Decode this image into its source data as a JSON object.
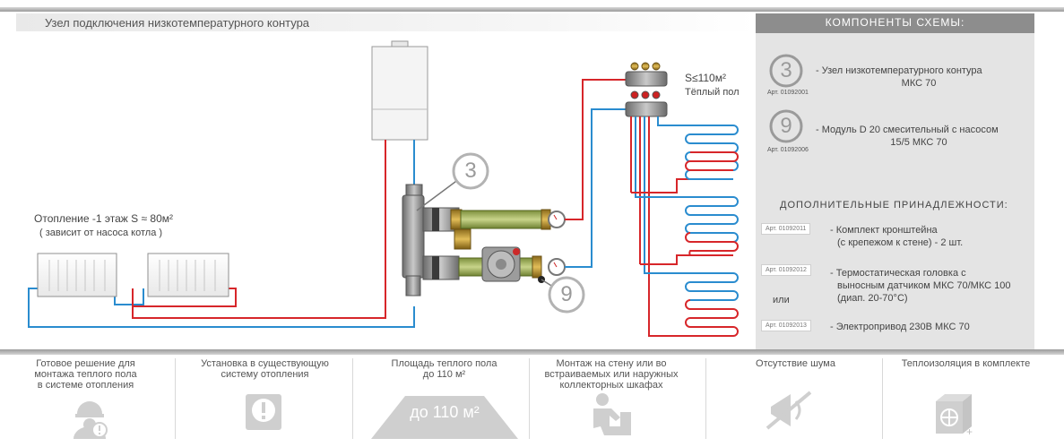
{
  "header": {
    "title": "Узел подключения низкотемпературного контура"
  },
  "panel": {
    "heading": "КОМПОНЕНТЫ СХЕМЫ:",
    "components": [
      {
        "number": "3",
        "art": "Арт. 01092001",
        "line1": "- Узел низкотемпературного контура",
        "line2": "МКС 70"
      },
      {
        "number": "9",
        "art": "Арт. 01092006",
        "line1": "- Модуль D 20 смесительный с насосом",
        "line2": "15/5 МКС 70"
      }
    ],
    "accessories_heading": "ДОПОЛНИТЕЛЬНЫЕ ПРИНАДЛЕЖНОСТИ:",
    "accessories": [
      {
        "art": "Арт. 01092011",
        "line1": "- Комплект кронштейна",
        "line2": "(с крепежом к стене) - 2 шт.",
        "line3": ""
      },
      {
        "art": "Арт. 01092012",
        "line1": "- Термостатическая головка с",
        "line2": "выносным датчиком МКС 70/МКС 100",
        "line3": "(диап. 20-70°С)"
      },
      {
        "art": "Арт. 01092013",
        "line1": "- Электропривод 230В МКС 70",
        "line2": "",
        "line3": ""
      }
    ],
    "or_label": "или"
  },
  "diagram": {
    "heating_label": "Отопление -1 этаж S ≈ 80м²",
    "heating_note": "( зависит от насоса котла )",
    "floor_label": "S≤110м²",
    "floor_note": "Тёплый пол",
    "callout_3": "3",
    "callout_9": "9"
  },
  "features": [
    {
      "line1": "Готовое решение для",
      "line2": "монтажа теплого пола",
      "line3": "в системе отопления",
      "icon": "worker-warning-icon"
    },
    {
      "line1": "Установка в существующую",
      "line2": "систему отопления",
      "line3": "",
      "icon": "exclamation-icon"
    },
    {
      "line1": "Площадь теплого пола",
      "line2": "до 110 м²",
      "line3": "",
      "icon": "floor-area-icon",
      "icon_text": "до 110 м²"
    },
    {
      "line1": "Монтаж на стену или во",
      "line2": "встраиваемых или наружных",
      "line3": "коллекторных шкафах",
      "icon": "installer-icon"
    },
    {
      "line1": "Отсутствие шума",
      "line2": "",
      "line3": "",
      "icon": "no-noise-icon"
    },
    {
      "line1": "Теплоизоляция в комплекте",
      "line2": "",
      "line3": "",
      "icon": "insulation-box-icon"
    }
  ],
  "colors": {
    "hot": "#d7262a",
    "cold": "#2a8ccf",
    "panel": "#e4e4e4",
    "panel_head": "#8d8d8d",
    "circle": "#b3b3b3"
  }
}
